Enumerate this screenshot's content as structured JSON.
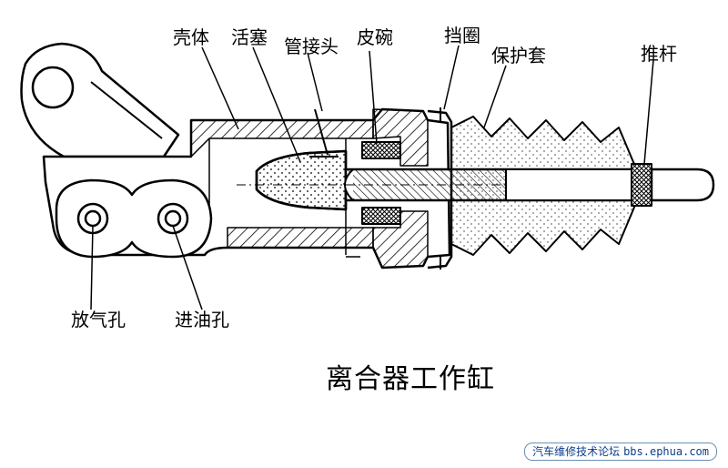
{
  "labels": {
    "housing": "壳体",
    "piston": "活塞",
    "pipe_joint": "管接头",
    "leather_cup": "皮碗",
    "retaining_ring": "挡圈",
    "protective_boot": "保护套",
    "push_rod": "推杆",
    "bleed_hole": "放气孔",
    "oil_inlet": "进油孔"
  },
  "caption": "离合器工作缸",
  "footer": {
    "site_name": "汽车维修技术论坛",
    "url": "bbs.ephua.com"
  },
  "colors": {
    "line": "#000000",
    "background": "#ffffff",
    "footer_text": "#0b3d8c",
    "footer_border": "#6b8fb7"
  }
}
